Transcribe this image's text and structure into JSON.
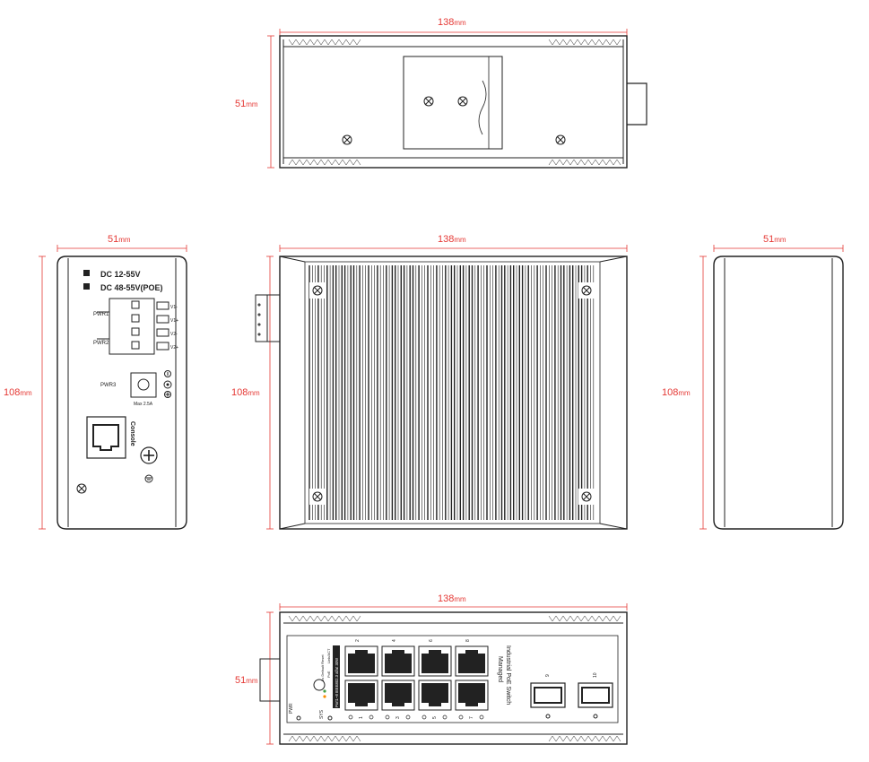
{
  "dimensions": {
    "top_width": "138",
    "top_height": "51",
    "side_width": "51",
    "side_height": "108",
    "main_width": "138",
    "main_height": "108",
    "right_width": "51",
    "right_height": "108",
    "front_width": "138",
    "front_height": "51",
    "unit": "mm"
  },
  "colors": {
    "dimension": "#e53935",
    "outline": "#222222"
  },
  "left_panel": {
    "dc1": "DC 12-55V",
    "dc2": "DC 48-55V(POE)",
    "pwr1": "PWR1",
    "pwr2": "PWR2",
    "v1m": "V1-",
    "v1p": "V1+",
    "v2m": "V2-",
    "v2p": "V2+",
    "pwr3": "PWR3",
    "max": "Max 2.5A",
    "console": "Console"
  },
  "front_panel": {
    "title1": "Managed",
    "title2": "Industrial PoE Switch",
    "port_labels_top": [
      "2",
      "4",
      "6",
      "8"
    ],
    "port_labels_bottom": [
      "1",
      "3",
      "5",
      "7"
    ],
    "sfp_labels": [
      "9",
      "10"
    ],
    "spec": "Port1~8 IEEE802.3 af/at 30W",
    "led1": "Link/ACT",
    "led2": "PoE",
    "reset": "5s Default Reset",
    "pwr": "PWR",
    "sys": "SYS"
  }
}
